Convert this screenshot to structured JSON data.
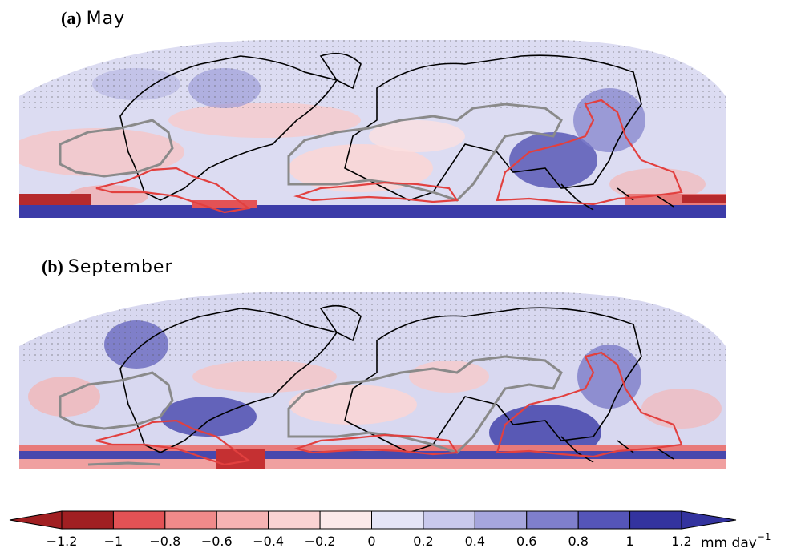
{
  "panels": [
    {
      "letter": "(a)",
      "month": "May"
    },
    {
      "letter": "(b)",
      "month": "September"
    }
  ],
  "colorbar": {
    "ticks": [
      "-1.2",
      "-1",
      "-0.8",
      "-0.6",
      "-0.4",
      "-0.2",
      "0",
      "0.2",
      "0.4",
      "0.6",
      "0.8",
      "1",
      "1.2"
    ],
    "colors": [
      "#a11f22",
      "#e35255",
      "#f08a8a",
      "#f6b3b3",
      "#fad3d3",
      "#fbeaea",
      "#e5e5f6",
      "#c9c9ec",
      "#a6a6dd",
      "#7f7fcc",
      "#5555b8",
      "#33339f"
    ],
    "unit_base": "mm  day",
    "unit_exp": "−1"
  },
  "colors": {
    "ocean_base": "#dcdcf2",
    "warm_region": "#e2403f",
    "gray_region": "#8a8a8a",
    "coast": "#000000"
  }
}
